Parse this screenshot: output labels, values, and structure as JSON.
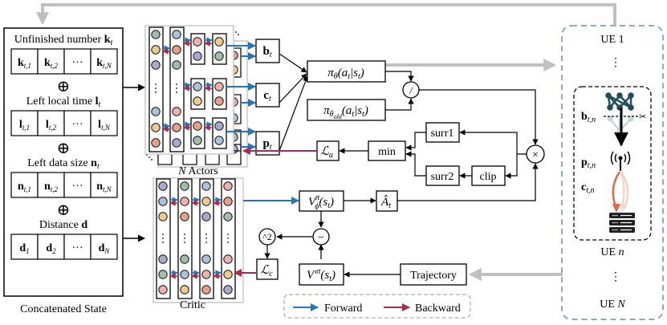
{
  "state_panel": {
    "caption": "Concatenated State",
    "groups": [
      {
        "label": "Unfinished number ",
        "symbol": "k",
        "sub": "t",
        "cells": [
          {
            "b": "k",
            "s": "t,1"
          },
          {
            "b": "k",
            "s": "t,2"
          },
          {
            "b": "···",
            "s": ""
          },
          {
            "b": "k",
            "s": "t,N"
          }
        ]
      },
      {
        "label": "Left local time ",
        "symbol": "l",
        "sub": "t",
        "cells": [
          {
            "b": "l",
            "s": "t,1"
          },
          {
            "b": "l",
            "s": "t,2"
          },
          {
            "b": "···",
            "s": ""
          },
          {
            "b": "l",
            "s": "t,N"
          }
        ]
      },
      {
        "label": "Left data size ",
        "symbol": "n",
        "sub": "t",
        "cells": [
          {
            "b": "n",
            "s": "t,1"
          },
          {
            "b": "n",
            "s": "t,2"
          },
          {
            "b": "···",
            "s": ""
          },
          {
            "b": "n",
            "s": "t,N"
          }
        ]
      },
      {
        "label": "Distance ",
        "symbol": "d",
        "sub": "",
        "cells": [
          {
            "b": "d",
            "s": "1"
          },
          {
            "b": "d",
            "s": "2"
          },
          {
            "b": "···",
            "s": ""
          },
          {
            "b": "d",
            "s": "N"
          }
        ]
      }
    ],
    "concat_symbol": "⊕"
  },
  "actors": {
    "caption_prefix": "N",
    "caption": " Actors",
    "outputs": [
      {
        "symbol": "b",
        "sub": "t"
      },
      {
        "symbol": "c",
        "sub": "t"
      },
      {
        "symbol": "p",
        "sub": "t"
      }
    ]
  },
  "critic": {
    "caption": "Critic"
  },
  "policy": {
    "pi_theta": {
      "main": "π",
      "sub": "θ",
      "args": "(a",
      "args_sub": "t",
      "bar": "|s",
      "bar_sub": "t",
      "close": ")"
    },
    "pi_theta_old": {
      "main": "π",
      "sub": "θ",
      "subsub": "old",
      "args": "(a",
      "args_sub": "t",
      "bar": "|s",
      "bar_sub": "t",
      "close": ")"
    },
    "divide_symbol": "/",
    "multiply_symbol": "×"
  },
  "ppo": {
    "surr1": "surr1",
    "surr2": "surr2",
    "clip": "clip",
    "min": "min",
    "loss_actor": {
      "main": "ℒ",
      "sub": "a"
    },
    "loss_critic": {
      "main": "ℒ",
      "sub": "c"
    },
    "square": "^2",
    "minus": "−",
    "value": {
      "main": "V",
      "sup": "π",
      "sub": "ϕ",
      "arg": "(s",
      "arg_sub": "t",
      "close": ")"
    },
    "target_value": {
      "main": "V′",
      "sup": "π",
      "arg": "(s",
      "arg_sub": "t",
      "close": ")"
    },
    "advantage": {
      "main": "Â",
      "sub": "t"
    },
    "trajectory": "Trajectory"
  },
  "legend": {
    "forward": "Forward",
    "backward": "Backward"
  },
  "colors": {
    "forward": "#1f77c0",
    "backward": "#b0284f",
    "feedback": "#c0c0c0",
    "ue_border": "#8fa8c4",
    "node_green": "#9fbfa8",
    "node_yellow": "#f0c98c",
    "node_purple": "#a9a8cf",
    "node_blue": "#a9c3dd",
    "node_pink": "#eeb0ac",
    "node_orange": "#e9a088",
    "dnn_dark": "#1e4d5c",
    "offload_orange": "#e06a4a"
  },
  "ue_panel": {
    "ue_first": "UE 1",
    "ue_n_prefix": "UE ",
    "ue_n": "n",
    "ue_last_prefix": "UE ",
    "ue_last": "N",
    "ellipsis": "⋮",
    "labels": [
      {
        "symbol": "b",
        "sub": "t,n"
      },
      {
        "symbol": "p",
        "sub": "t,n"
      },
      {
        "symbol": "c",
        "sub": "t,n"
      }
    ]
  }
}
